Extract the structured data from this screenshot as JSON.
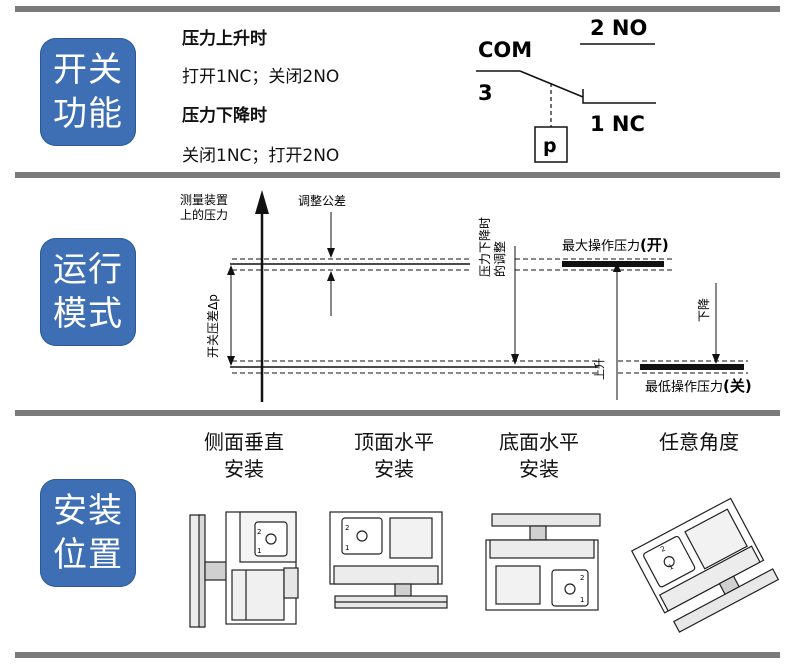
{
  "sections": {
    "switch": {
      "badge_line1": "开关",
      "badge_line2": "功能",
      "rising_title": "压力上升时",
      "rising_text": "打开1NC；关闭2NO",
      "falling_title": "压力下降时",
      "falling_text": "关闭1NC；打开2NO",
      "com_label": "COM",
      "three_label": "3",
      "no_label": "2 NO",
      "nc_label": "1 NC",
      "p_label": "p"
    },
    "operation": {
      "badge_line1": "运行",
      "badge_line2": "模式",
      "y_axis_line1": "测量装置",
      "y_axis_line2": "上的压力",
      "tolerance_label": "调整公差",
      "diff_label": "开关压差Δp",
      "falling_adjust_line1": "压力下降时",
      "falling_adjust_line2": "的调整",
      "max_pressure_label": "最大操作压力",
      "max_pressure_state": "(开)",
      "down_label": "下降",
      "up_label": "上升",
      "min_pressure_label": "最低操作压力",
      "min_pressure_state": "(关)"
    },
    "mounting": {
      "badge_line1": "安装",
      "badge_line2": "位置",
      "side_vertical_line1": "侧面垂直",
      "side_vertical_line2": "安装",
      "top_horizontal_line1": "顶面水平",
      "top_horizontal_line2": "安装",
      "bottom_horizontal_line1": "底面水平",
      "bottom_horizontal_line2": "安装",
      "any_angle": "任意角度",
      "device_port2": "2",
      "device_port1": "1"
    }
  }
}
